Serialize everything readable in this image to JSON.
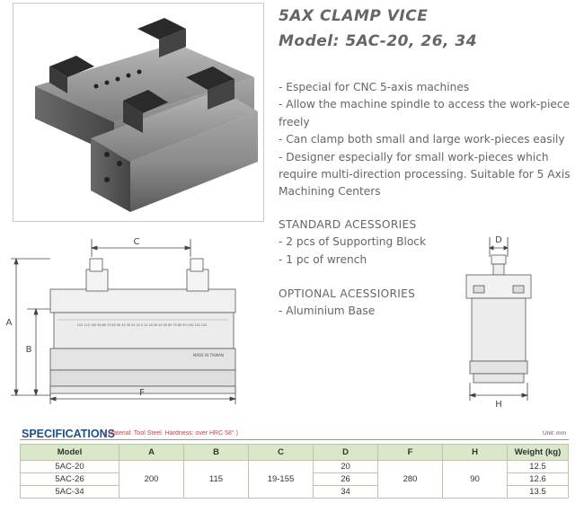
{
  "header": {
    "title": "5AX CLAMP VICE",
    "model": "Model: 5AC-20, 26, 34"
  },
  "features": [
    "- Especial for CNC 5-axis machines",
    "- Allow the machine spindle to access the work-piece",
    "freely",
    "- Can clamp both small and large work-pieces easily",
    "- Designer especially for small work-pieces which",
    "require multi-direction processing. Suitable for 5 Axis",
    "Machining Centers"
  ],
  "standard": {
    "heading": "STANDARD ACESSORIES",
    "items": [
      "- 2 pcs of Supporting Block",
      "- 1 pc of wrench"
    ]
  },
  "optional": {
    "heading": "OPTIONAL ACESSIORIES",
    "items": [
      "- Aluminium Base"
    ]
  },
  "drawing": {
    "label_a": "A",
    "label_b": "B",
    "label_c": "C",
    "label_f": "F",
    "label_d": "D",
    "label_h": "H",
    "scale_text": "120 110 100 90 80 70 60 50 40 30 20 10 0 10 20 30 40 50 60 70 80 90 100 110 120",
    "made_in": "MADE IN TAIWAN"
  },
  "specs": {
    "title": "SPECIFICATIONS",
    "note": "( Material: Tool Steel. Hardness: over HRC 58° )",
    "unit": "Unit: mm",
    "columns": [
      "Model",
      "A",
      "B",
      "C",
      "D",
      "F",
      "H",
      "Weight (kg)"
    ],
    "models": [
      "5AC-20",
      "5AC-26",
      "5AC-34"
    ],
    "a": "200",
    "b": "115",
    "c": "19-155",
    "d": [
      "20",
      "26",
      "34"
    ],
    "f": "280",
    "h": "90",
    "weights": [
      "12.5",
      "12.6",
      "13.5"
    ]
  }
}
